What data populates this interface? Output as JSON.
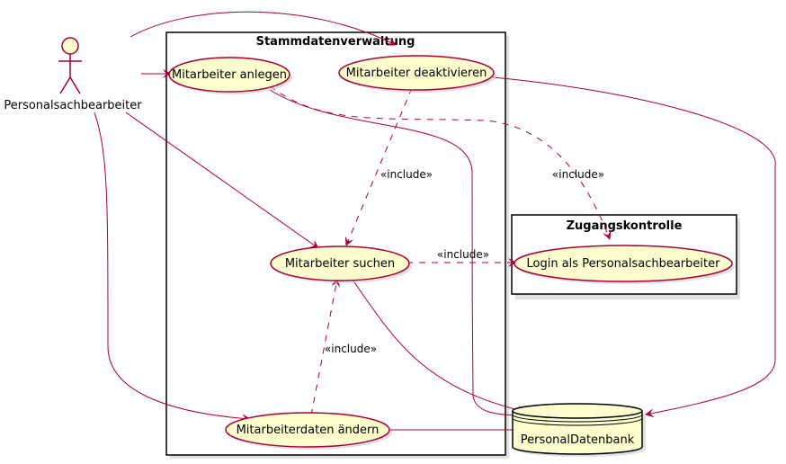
{
  "actor": {
    "name": "Personalsachbearbeiter"
  },
  "packages": {
    "stammdaten": "Stammdatenverwaltung",
    "zugang": "Zugangskontrolle"
  },
  "usecases": {
    "anlegen": "Mitarbeiter anlegen",
    "deaktivieren": "Mitarbeiter deaktivieren",
    "suchen": "Mitarbeiter suchen",
    "aendern": "Mitarbeiterdaten ändern",
    "login": "Login als Personalsachbearbeiter"
  },
  "database": {
    "name": "PersonalDatenbank"
  },
  "stereotypes": {
    "include_deakt_suchen": "«include»",
    "include_anlegen_login": "«include»",
    "include_suchen_login": "«include»",
    "include_aendern_suchen": "«include»"
  },
  "colors": {
    "line": "#A80036",
    "usecase_fill": "#FEFECE",
    "package_border": "#000000"
  }
}
